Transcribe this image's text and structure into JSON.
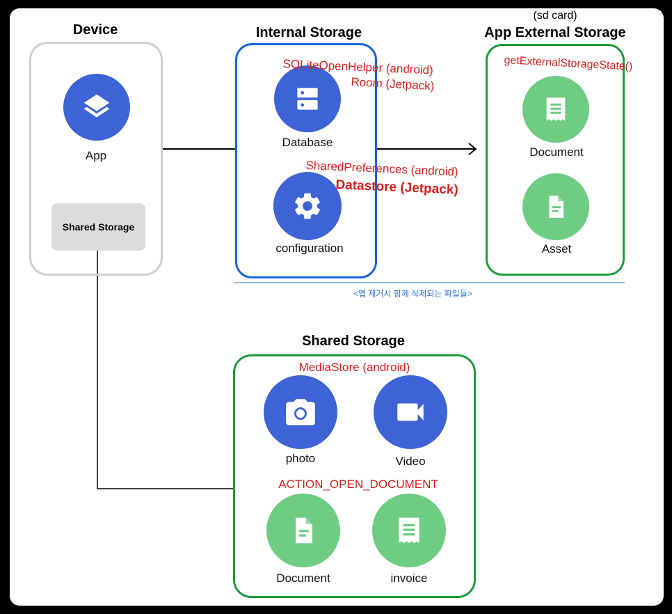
{
  "device": {
    "title": "Device",
    "app_label": "App",
    "shared_storage_label": "Shared Storage"
  },
  "internal": {
    "title": "Internal Storage",
    "sqlite_label": "SQLiteOpenHelper (android)",
    "room_label": "Room (Jetpack)",
    "database_label": "Database",
    "sharedprefs_label": "SharedPreferences (android)",
    "datastore_label": "Datastore (Jetpack)",
    "configuration_label": "configuration"
  },
  "external": {
    "subtitle": "(sd card)",
    "title": "App External Storage",
    "state_label": "getExternalStorageState()",
    "document_label": "Document",
    "asset_label": "Asset"
  },
  "note": "<앱 제거시 함께 삭제되는 파일들>",
  "shared": {
    "title": "Shared Storage",
    "mediastore_label": "MediaStore (android)",
    "photo_label": "photo",
    "video_label": "Video",
    "action_label": "ACTION_OPEN_DOCUMENT",
    "document_label": "Document",
    "invoice_label": "invoice"
  },
  "colors": {
    "blue_circle": "#3d63d6",
    "green_circle": "#6fcc83",
    "blue_border": "#1565d8",
    "green_border": "#1d9a3a",
    "gray_border": "#cfcfcf",
    "red_text": "#d41e1e"
  },
  "icons": {
    "app": "layers-icon",
    "database": "database-icon",
    "configuration": "gear-icon",
    "external_document": "receipt-icon",
    "asset": "file-icon",
    "photo": "camera-icon",
    "video": "videocam-icon",
    "shared_document": "file-icon",
    "invoice": "receipt-icon"
  }
}
